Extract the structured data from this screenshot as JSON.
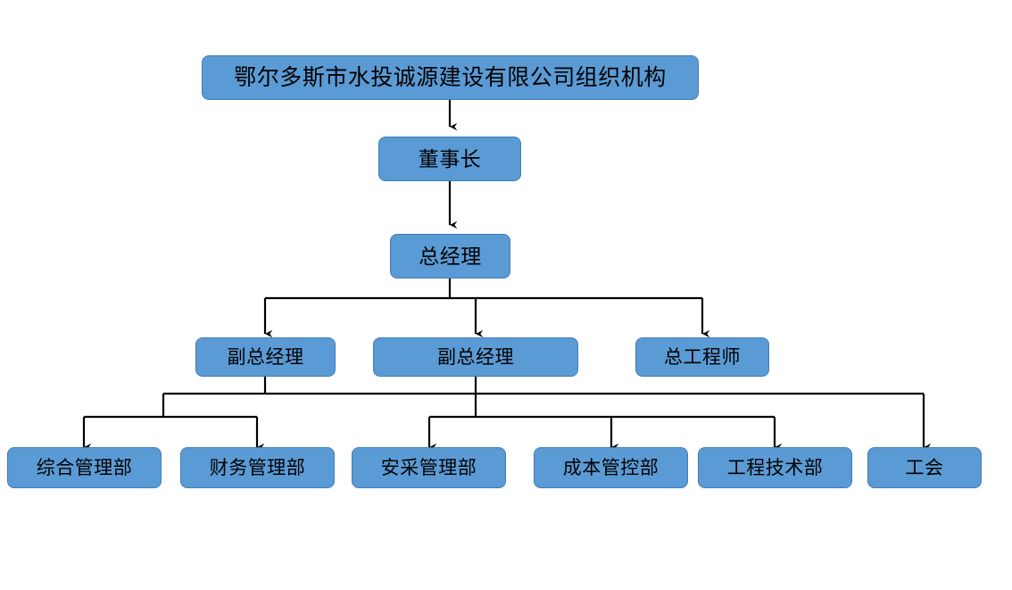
{
  "chart_data": {
    "type": "diagram",
    "title": "鄂尔多斯市水投诚源建设有限公司组织机构",
    "diagram_kind": "organizational-chart",
    "orientation": "top-down",
    "colors": {
      "node_fill": "#5B9BD5",
      "node_border": "#417CB8",
      "connector": "#000000",
      "text": "#000000",
      "background": "#ffffff"
    },
    "levels": [
      {
        "level": 1,
        "labels": [
          "鄂尔多斯市水投诚源建设有限公司组织机构"
        ]
      },
      {
        "level": 2,
        "labels": [
          "董事长"
        ]
      },
      {
        "level": 3,
        "labels": [
          "总经理"
        ]
      },
      {
        "level": 4,
        "labels": [
          "副总经理",
          "副总经理",
          "总工程师"
        ]
      },
      {
        "level": 5,
        "labels": [
          "综合管理部",
          "财务管理部",
          "安采管理部",
          "成本管控部",
          "工程技术部",
          "工会"
        ]
      }
    ],
    "edges": [
      {
        "from": "鄂尔多斯市水投诚源建设有限公司组织机构",
        "to": "董事长"
      },
      {
        "from": "董事长",
        "to": "总经理"
      },
      {
        "from": "总经理",
        "to": "副总经理 (左)"
      },
      {
        "from": "总经理",
        "to": "副总经理 (中)"
      },
      {
        "from": "总经理",
        "to": "总工程师"
      },
      {
        "from": "副总经理 (左)",
        "to": "综合管理部"
      },
      {
        "from": "副总经理 (左)",
        "to": "财务管理部"
      },
      {
        "from": "副总经理 (中)",
        "to": "安采管理部"
      },
      {
        "from": "副总经理 (中)",
        "to": "成本管控部"
      },
      {
        "from": "副总经理 (中)",
        "to": "工程技术部"
      },
      {
        "from": "副总经理 (中)",
        "to": "工会"
      }
    ]
  },
  "chart": {
    "title_node": {
      "label": "鄂尔多斯市水投诚源建设有限公司组织机构"
    },
    "chairman_node": {
      "label": "董事长"
    },
    "general_manager_node": {
      "label": "总经理"
    },
    "executives": [
      {
        "label": "副总经理"
      },
      {
        "label": "副总经理"
      },
      {
        "label": "总工程师"
      }
    ],
    "departments": [
      {
        "label": "综合管理部"
      },
      {
        "label": "财务管理部"
      },
      {
        "label": "安采管理部"
      },
      {
        "label": "成本管控部"
      },
      {
        "label": "工程技术部"
      },
      {
        "label": "工会"
      }
    ]
  }
}
